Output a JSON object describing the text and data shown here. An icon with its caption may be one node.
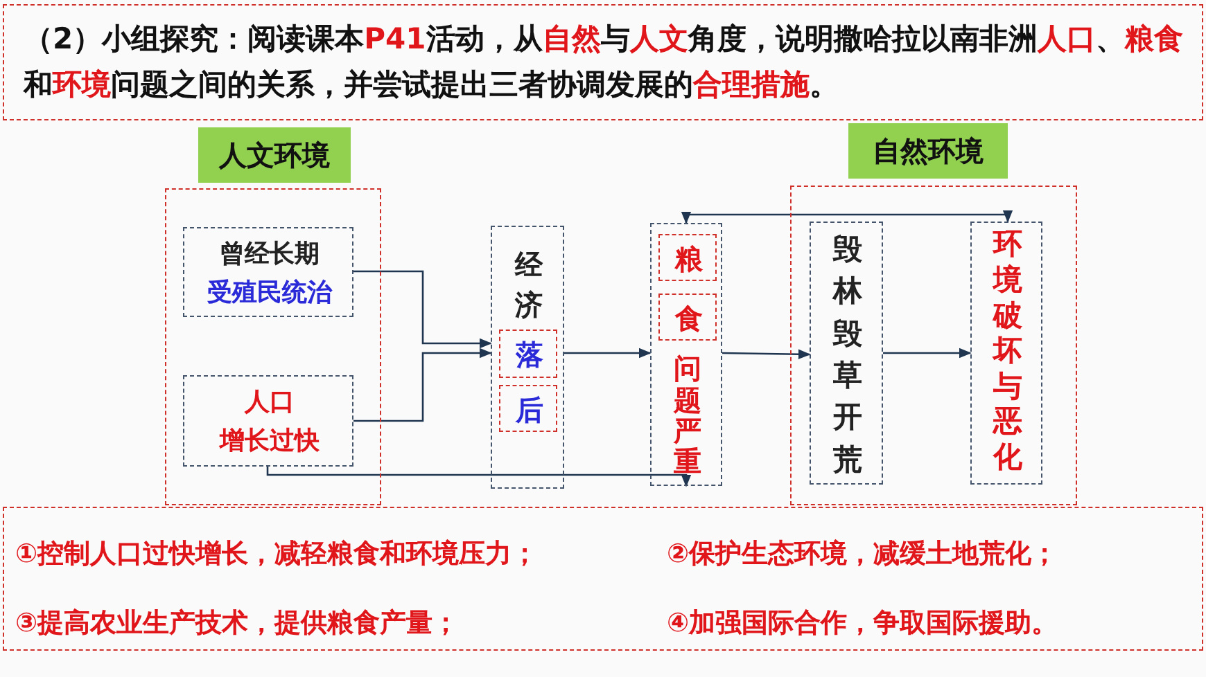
{
  "diagram": {
    "title": "（2）小组探究：阅读课本**P41**活动，从**自然**与**人文**角度，说明撒哈拉以南非洲**人口**、**粮食**和**环境**问题之间的关系，并尝试提出三者协调发展的**合理措施**。",
    "nodes": [
      {
        "text": [
          "人文环境"
        ]
      },
      {
        "text": [
          "曾经长期",
          "受殖民统治"
        ],
        "in": 0
      },
      {
        "text": [
          "人口",
          "增长过快"
        ],
        "in": 0
      },
      {
        "text": [
          "经济"
        ]
      },
      {
        "text": [
          "落"
        ],
        "in": 3
      },
      {
        "text": [
          "后"
        ],
        "in": 3
      },
      {
        "text": [
          "问题严重"
        ]
      },
      {
        "text": [
          "粮"
        ],
        "in": 6
      },
      {
        "text": [
          "食"
        ],
        "in": 6
      },
      {
        "text": [
          "自然环境"
        ]
      },
      {
        "text": [
          "毁林毁草开荒"
        ],
        "in": 9
      },
      {
        "text": [
          "环境破坏与恶化"
        ],
        "in": 9
      },
      {
        "text": [
          "①控制人口过快增长，减轻粮食和环境压力；",
          "②保护生态环境，减缓土地荒化；",
          "③提高农业生产技术，提供粮食产量；",
          "④加强国际合作，争取国际援助。"
        ]
      }
    ],
    "edges": [
      {
        "from": 1,
        "to": 3,
        "arrow": "to"
      },
      {
        "from": 2,
        "to": 3,
        "arrow": "to"
      },
      {
        "from": 3,
        "to": 6,
        "arrow": "to"
      },
      {
        "from": 6,
        "to": 10,
        "arrow": "to"
      },
      {
        "from": 10,
        "to": 11,
        "arrow": "to"
      },
      {
        "from": 11,
        "to": 6,
        "arrow": "both"
      },
      {
        "from": 2,
        "to": 6,
        "arrow": "to"
      }
    ]
  }
}
